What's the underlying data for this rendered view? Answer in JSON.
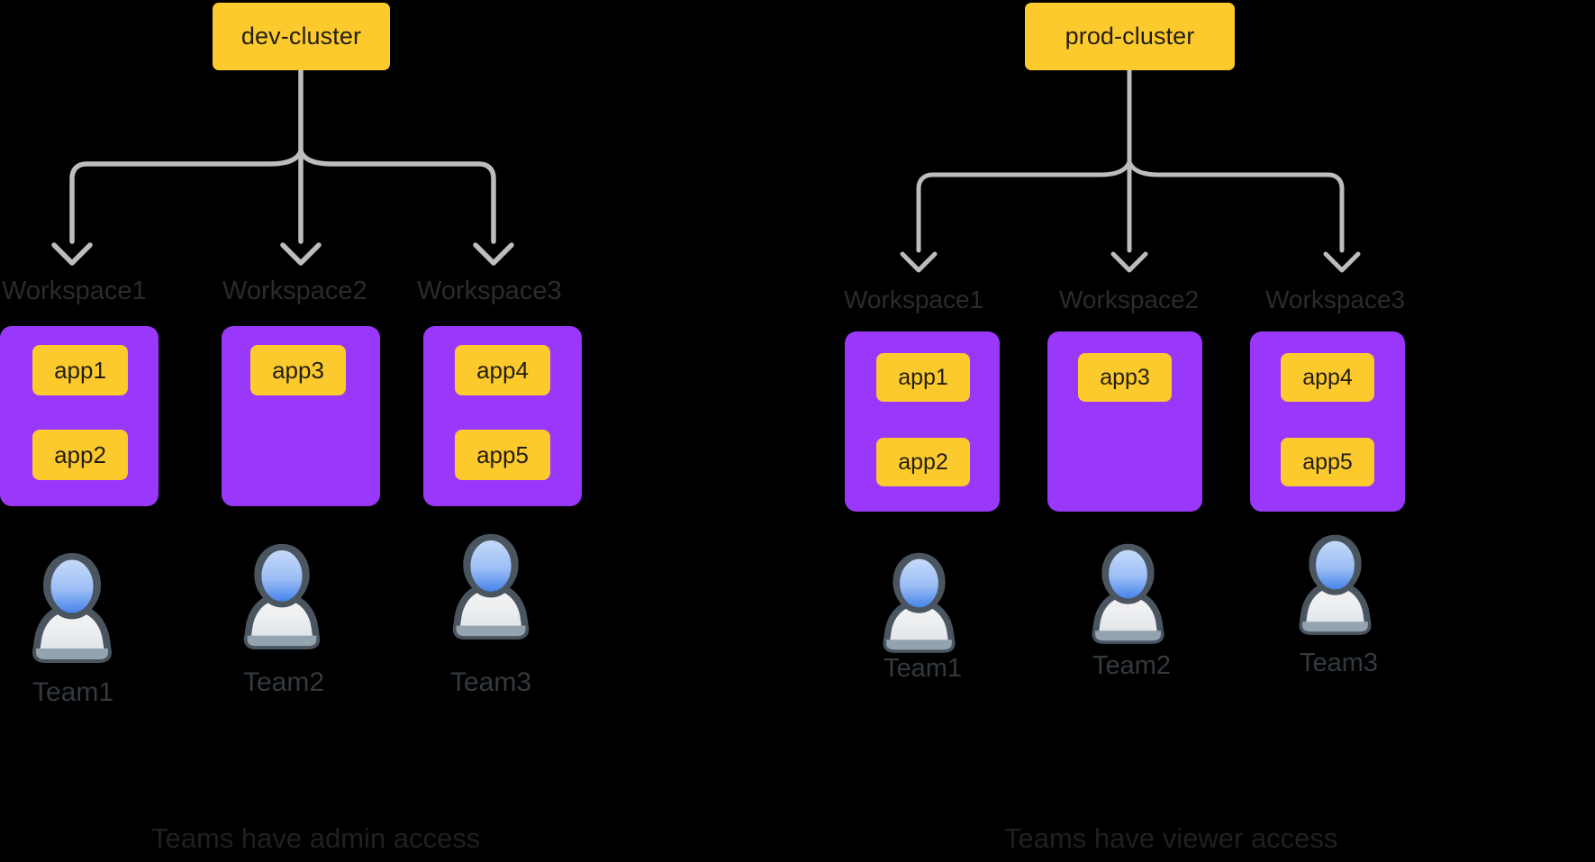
{
  "diagram": {
    "title_left": "dev-cluster",
    "title_right": "prod-cluster",
    "colors": {
      "background": "#000000",
      "cluster_box": "#FCCA2C",
      "workspace_box": "#9938FB",
      "app_chip": "#FCCA2C",
      "connector": "#BDBDBD",
      "label_text": "#2B2B2B",
      "team_text": "#333A3F",
      "person_outline": "#4A5560",
      "person_head_top": "#BCD3F7",
      "person_head_bottom": "#3B7CE8",
      "person_body": "#F4F6F8"
    },
    "groups": [
      {
        "id": "dev",
        "cluster_label": "dev-cluster",
        "caption": "Teams have admin access",
        "workspaces": [
          {
            "label": "Workspace1",
            "apps": [
              "app1",
              "app2"
            ]
          },
          {
            "label": "Workspace2",
            "apps": [
              "app3"
            ]
          },
          {
            "label": "Workspace3",
            "apps": [
              "app4",
              "app5"
            ]
          }
        ],
        "teams": [
          "Team1",
          "Team2",
          "Team3"
        ]
      },
      {
        "id": "prod",
        "cluster_label": "prod-cluster",
        "caption": "Teams have viewer access",
        "workspaces": [
          {
            "label": "Workspace1",
            "apps": [
              "app1",
              "app2"
            ]
          },
          {
            "label": "Workspace2",
            "apps": [
              "app3"
            ]
          },
          {
            "label": "Workspace3",
            "apps": [
              "app4",
              "app5"
            ]
          }
        ],
        "teams": [
          "Team1",
          "Team2",
          "Team3"
        ]
      }
    ]
  },
  "dev": {
    "cluster_label": "dev-cluster",
    "caption": "Teams have admin access",
    "ws": [
      {
        "label": "Workspace1",
        "app0": "app1",
        "app1": "app2"
      },
      {
        "label": "Workspace2",
        "app0": "app3"
      },
      {
        "label": "Workspace3",
        "app0": "app4",
        "app1": "app5"
      }
    ],
    "teams": [
      {
        "label": "Team1"
      },
      {
        "label": "Team2"
      },
      {
        "label": "Team3"
      }
    ]
  },
  "prod": {
    "cluster_label": "prod-cluster",
    "caption": "Teams have viewer access",
    "ws": [
      {
        "label": "Workspace1",
        "app0": "app1",
        "app1": "app2"
      },
      {
        "label": "Workspace2",
        "app0": "app3"
      },
      {
        "label": "Workspace3",
        "app0": "app4",
        "app1": "app5"
      }
    ],
    "teams": [
      {
        "label": "Team1"
      },
      {
        "label": "Team2"
      },
      {
        "label": "Team3"
      }
    ]
  }
}
